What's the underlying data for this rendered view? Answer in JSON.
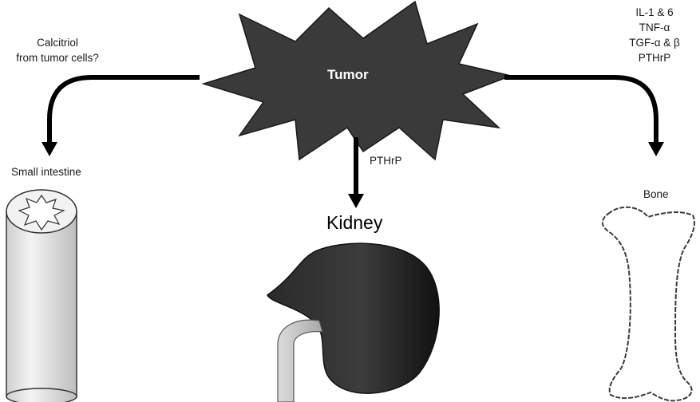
{
  "tumor": {
    "label": "Tumor"
  },
  "left_branch": {
    "annotation": [
      "Calcitriol",
      "from tumor cells?"
    ],
    "target_label": "Small intestine"
  },
  "center_branch": {
    "annotation": "PTHrP",
    "target_label": "Kidney"
  },
  "right_branch": {
    "annotation": [
      "IL-1 & 6",
      "TNF-α",
      "TGF-α & β",
      "PTHrP"
    ],
    "target_label": "Bone"
  },
  "colors": {
    "tumor_fill": "#3a3a3a",
    "kidney_fill": "#1e1e1e",
    "arrow": "#000000"
  }
}
